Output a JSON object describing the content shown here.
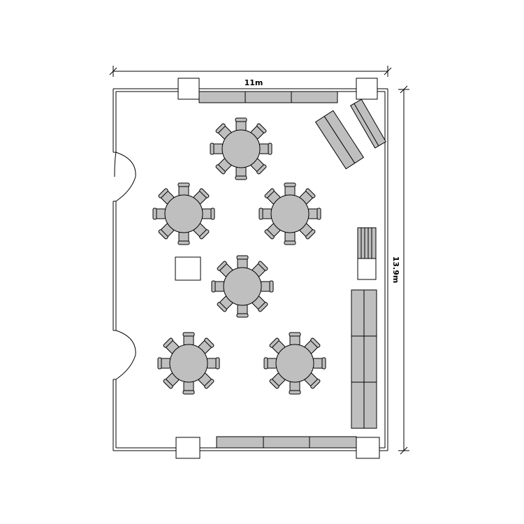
{
  "dimensions": {
    "width_label": "11m",
    "height_label": "13.9m"
  },
  "tables": {
    "count": 6,
    "chairs_per_table": 8
  }
}
